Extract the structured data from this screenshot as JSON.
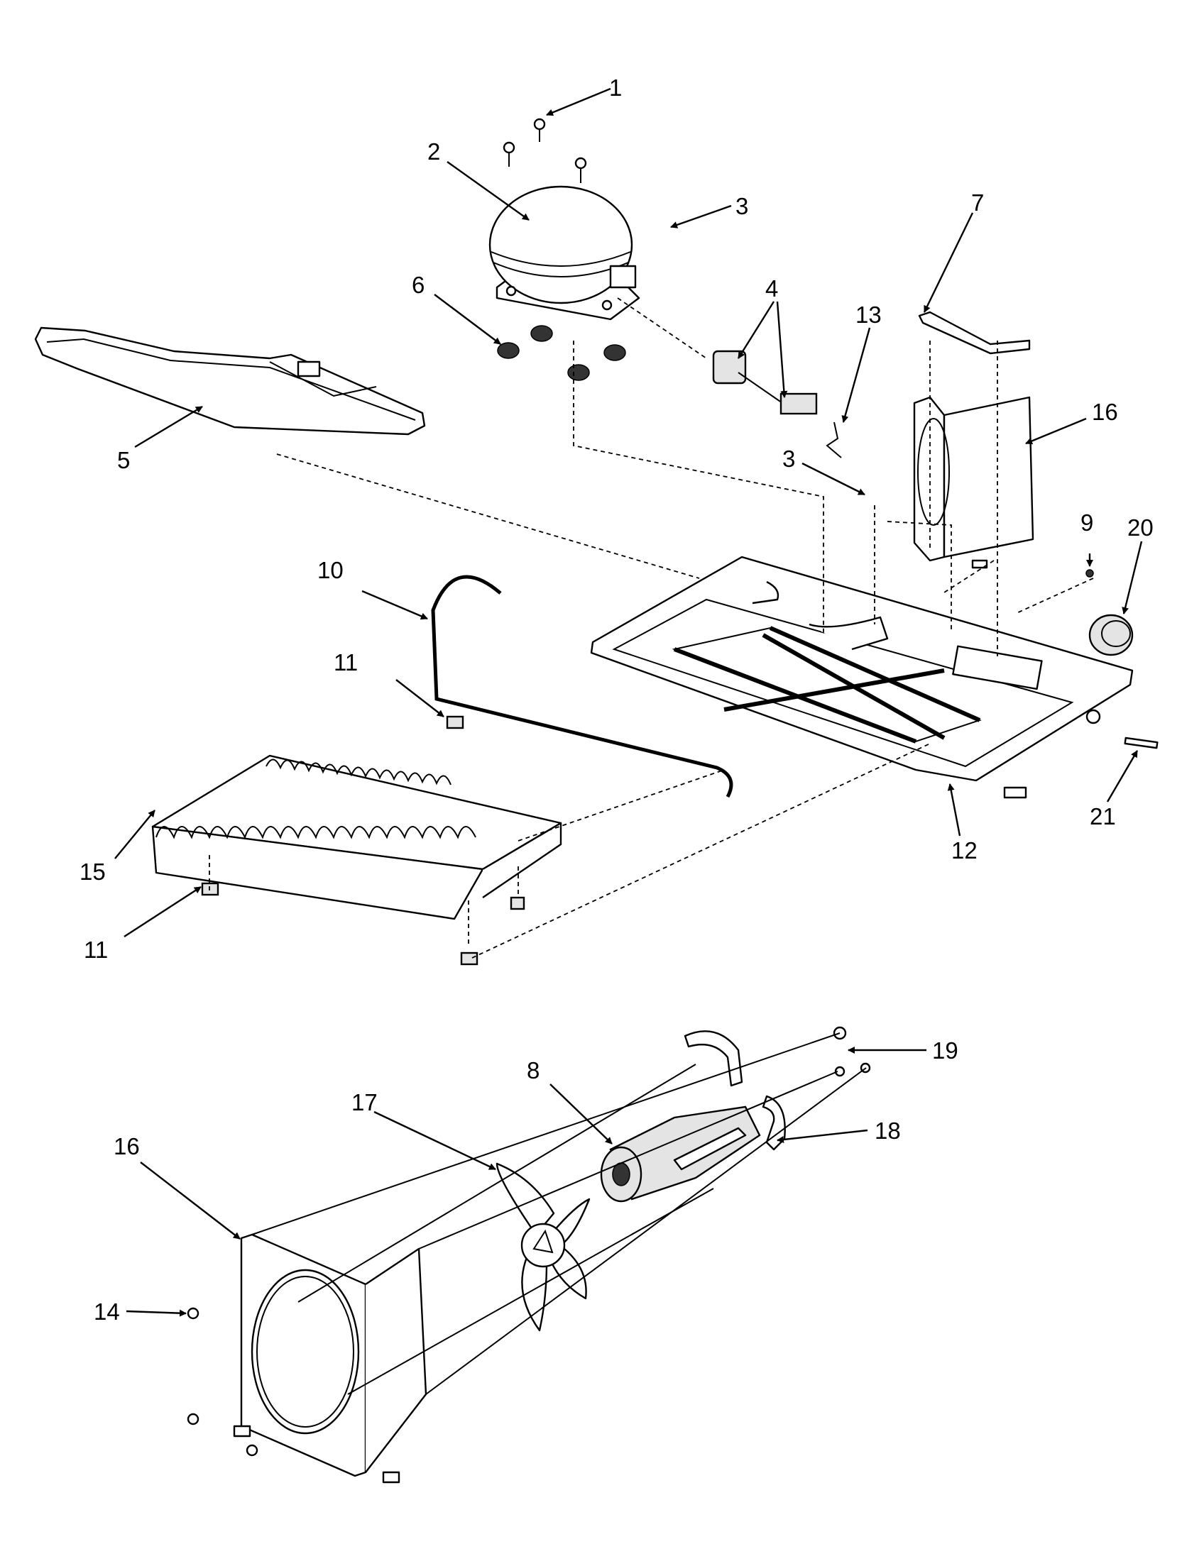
{
  "colors": {
    "line": "#000000",
    "background": "#ffffff",
    "shade": "#e4e4e4"
  },
  "callouts": [
    {
      "id": "c1",
      "text": "1"
    },
    {
      "id": "c2",
      "text": "2"
    },
    {
      "id": "c3a",
      "text": "3"
    },
    {
      "id": "c4",
      "text": "4"
    },
    {
      "id": "c5",
      "text": "5"
    },
    {
      "id": "c6",
      "text": "6"
    },
    {
      "id": "c7",
      "text": "7"
    },
    {
      "id": "c3b",
      "text": "3"
    },
    {
      "id": "c13",
      "text": "13"
    },
    {
      "id": "c16a",
      "text": "16"
    },
    {
      "id": "c9",
      "text": "9"
    },
    {
      "id": "c20",
      "text": "20"
    },
    {
      "id": "c10",
      "text": "10"
    },
    {
      "id": "c11a",
      "text": "11"
    },
    {
      "id": "c21",
      "text": "21"
    },
    {
      "id": "c12",
      "text": "12"
    },
    {
      "id": "c15",
      "text": "15"
    },
    {
      "id": "c11b",
      "text": "11"
    },
    {
      "id": "c19",
      "text": "19"
    },
    {
      "id": "c8",
      "text": "8"
    },
    {
      "id": "c17",
      "text": "17"
    },
    {
      "id": "c18",
      "text": "18"
    },
    {
      "id": "c16b",
      "text": "16"
    },
    {
      "id": "c14",
      "text": "14"
    }
  ]
}
